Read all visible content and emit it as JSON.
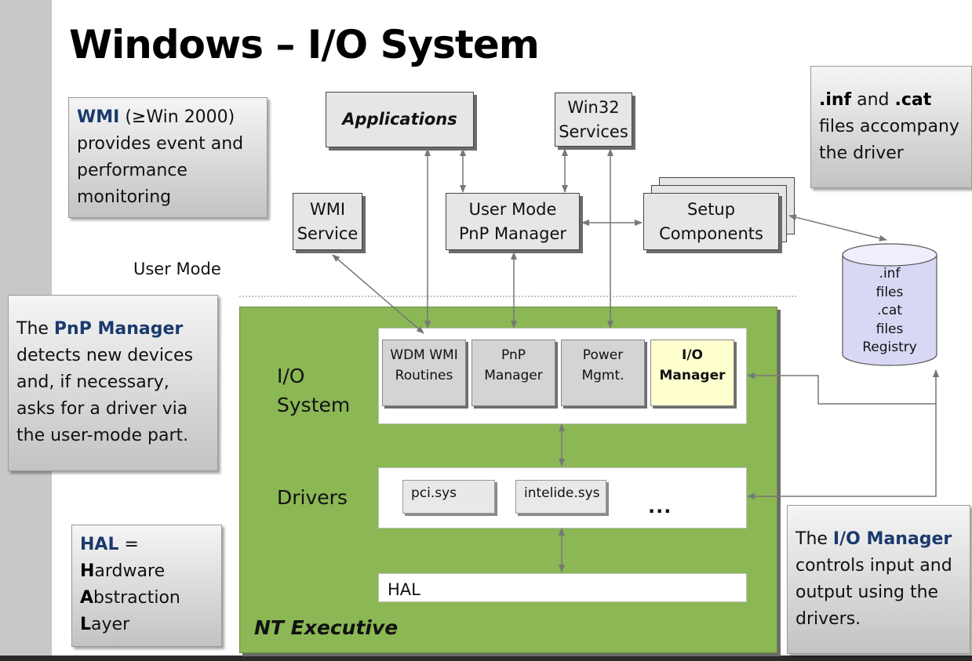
{
  "title": "Windows – I/O System",
  "notes": {
    "wmi": {
      "term": "WMI",
      "rest_line1": " (≥Win 2000)",
      "line2": "provides event and",
      "line3": "performance",
      "line4": "monitoring"
    },
    "inf_cat": {
      "inf": ".inf",
      "and": " and ",
      "cat": ".cat",
      "line2": "files accompany",
      "line3": "the driver"
    },
    "pnp": {
      "the": "The ",
      "term": "PnP Manager",
      "line2": "detects new devices",
      "line3": "and, if necessary,",
      "line4": "asks for a driver via",
      "line5": "the user-mode part."
    },
    "hal": {
      "term": "HAL",
      "eq": " =",
      "h": "H",
      "h_rest": "ardware",
      "a": "A",
      "a_rest": "bstraction",
      "l": "L",
      "l_rest": "ayer"
    },
    "io_manager": {
      "the": "The ",
      "term": "I/O Manager",
      "line2": "controls input and",
      "line3": "output using the",
      "line4": "drivers."
    }
  },
  "boxes": {
    "applications": "Applications",
    "win32_services": [
      "Win32",
      "Services"
    ],
    "wmi_service": [
      "WMI",
      "Service"
    ],
    "user_mode_pnp": [
      "User Mode",
      "PnP Manager"
    ],
    "setup_components": [
      "Setup",
      "Components"
    ]
  },
  "user_mode_label": "User Mode",
  "registry": [
    "​.inf",
    "files",
    ".cat",
    "files",
    "Registry"
  ],
  "nt_executive": {
    "label": "NT Executive",
    "io_system_label": [
      "I/O",
      "System"
    ],
    "drivers_label": "Drivers",
    "components": [
      {
        "lines": [
          "WDM WMI",
          "Routines"
        ]
      },
      {
        "lines": [
          "PnP",
          "Manager"
        ]
      },
      {
        "lines": [
          "Power",
          "Mgmt."
        ]
      },
      {
        "lines": [
          "I/O",
          "Manager"
        ]
      }
    ],
    "drivers": [
      "pci.sys",
      "intelide.sys"
    ],
    "ellipsis": "...",
    "hal": "HAL"
  },
  "colors": {
    "nt_executive_green": "#8bb755",
    "io_manager_highlight": "#ffffd0",
    "accent_blue": "#1a3a6e"
  }
}
